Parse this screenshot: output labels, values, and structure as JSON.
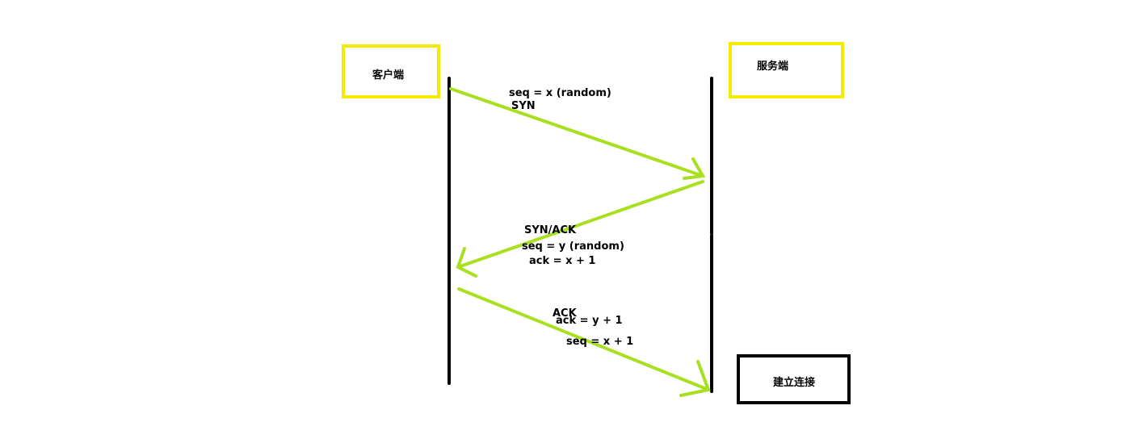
{
  "client_label": "客户端",
  "server_label": "服务端",
  "established_label": "建立连接",
  "step1": {
    "seq": "seq = x (random)",
    "flag": "SYN"
  },
  "step2": {
    "flag": "SYN/ACK",
    "seq": "seq = y (random)",
    "ack": "ack = x + 1"
  },
  "step3": {
    "flag": "ACK",
    "ack": "ack = y + 1",
    "seq": "seq = x + 1"
  },
  "colors": {
    "highlight_box": "#f5eb00",
    "arrow": "#a8e020",
    "line": "#000000"
  }
}
